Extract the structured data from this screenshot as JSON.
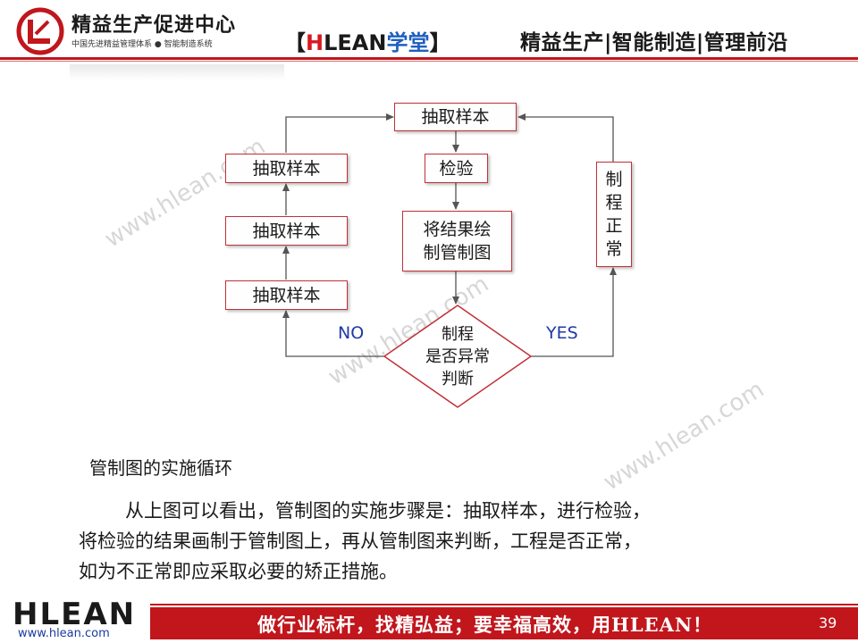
{
  "header": {
    "logo_title": "精益生产促进中心",
    "logo_subtitle": "中国先进精益管理体系 ● 智能制造系统",
    "center_open": "【",
    "center_brand": "HLEAN",
    "center_brand_suffix": "学堂",
    "center_close": "】",
    "right_text": "精益生产|智能制造|管理前沿"
  },
  "watermarks": [
    "www.hlean.com",
    "www.hlean.com",
    "www.hlean.com"
  ],
  "flowchart": {
    "top_sample": "抽取样本",
    "left_samples": [
      "抽取样本",
      "抽取样本",
      "抽取样本"
    ],
    "inspect": "检验",
    "plot_line1": "将结果绘",
    "plot_line2": "制管制图",
    "normal_chars": [
      "制",
      "程",
      "正",
      "常"
    ],
    "decision_line1": "制程",
    "decision_line2": "是否异常",
    "decision_line3": "判断",
    "no_label": "NO",
    "yes_label": "YES"
  },
  "section_title": "管制图的实施循环",
  "paragraph": {
    "line1": "从上图可以看出，管制图的实施步骤是：抽取样本，进行检验，",
    "line2": "将检验的结果画制于管制图上，再从管制图来判断，工程是否正常，",
    "line3": "如为不正常即应采取必要的矫正措施。"
  },
  "footer": {
    "logo": "HLEAN",
    "url": "www.hlean.com",
    "slogan": "做行业标杆，找精弘益；要幸福高效，用HLEAN！",
    "page_number": "39"
  },
  "colors": {
    "accent_red": "#c0161c",
    "box_border": "#c0313a",
    "label_blue": "#1f3aa8",
    "line_gray": "#555555"
  }
}
